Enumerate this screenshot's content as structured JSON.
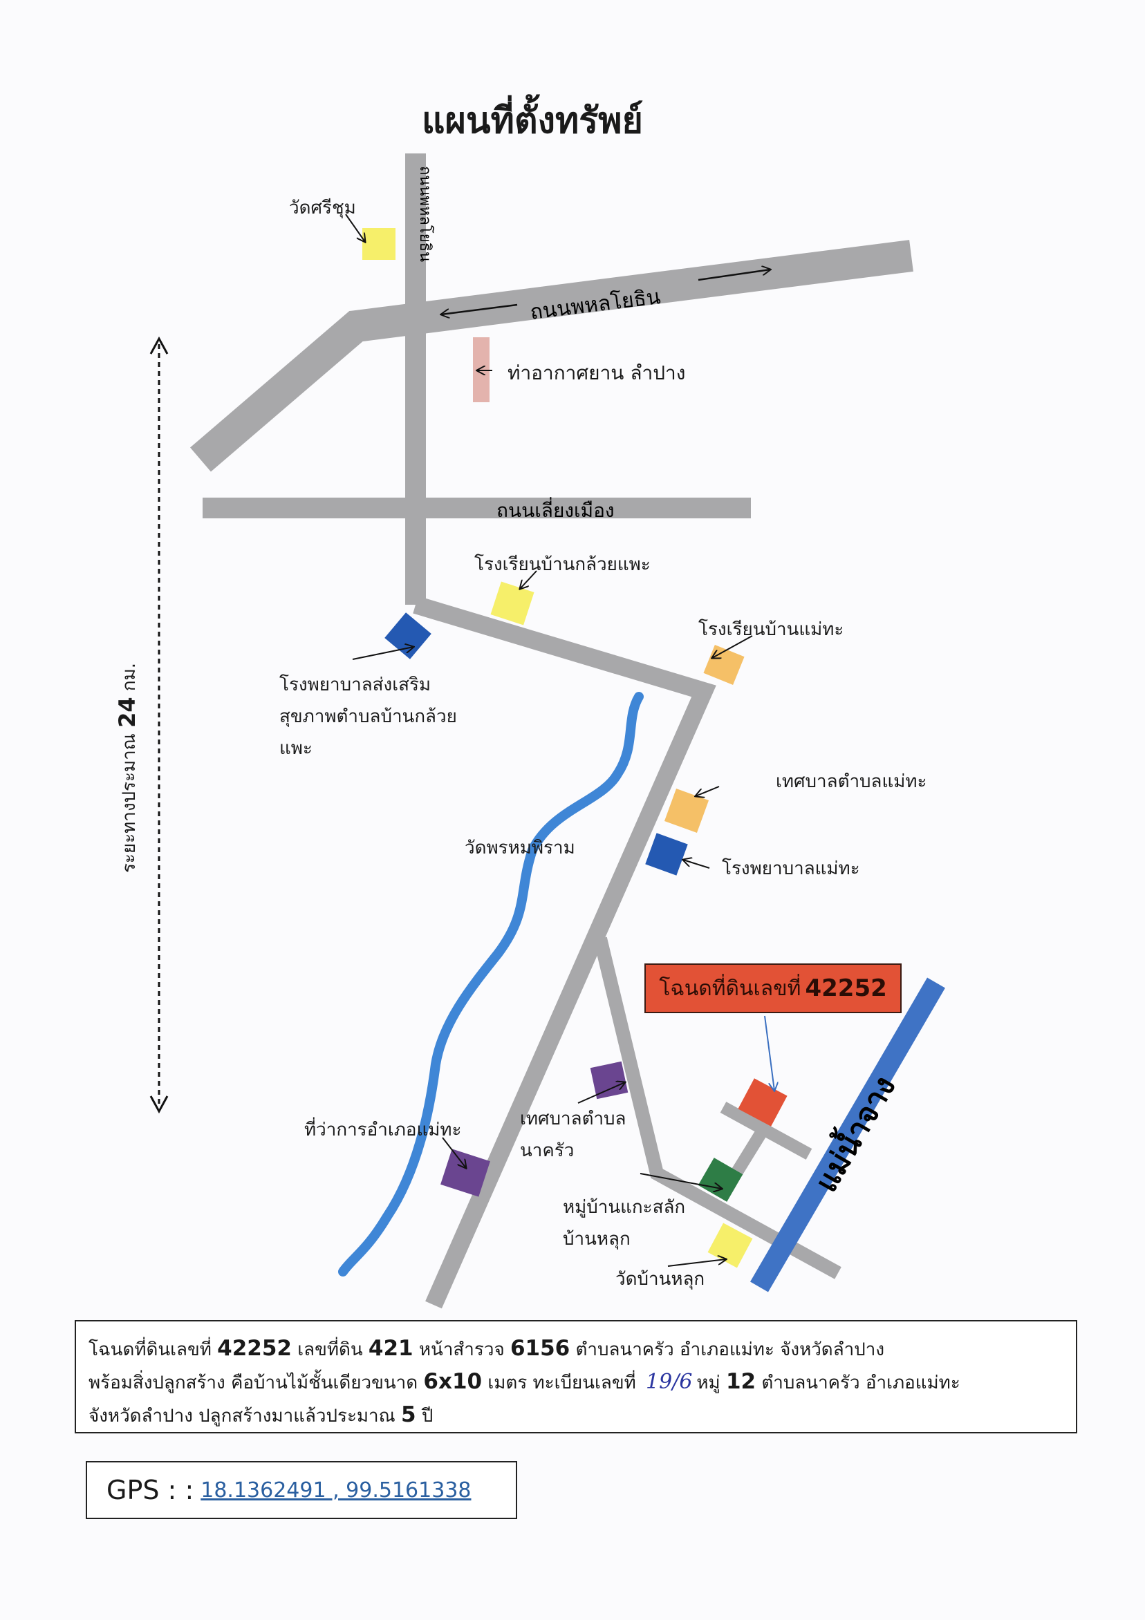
{
  "title": "แผนที่ตั้งทรัพย์",
  "roads": {
    "phahonyothin": "ถนนพหลโยธิน",
    "liang_mueang": "ถนนเลี่ยงเมือง",
    "vertical_road": "ถนนพหลโยธิน"
  },
  "distance": {
    "text": "ระยะทางประมาณ",
    "value": "24",
    "unit": "กม."
  },
  "landmarks": {
    "wat_sri_chum": "วัดศรีชุม",
    "airport": "ท่าอากาศยาน ลำปาง",
    "school_kluai_phae": "โรงเรียนบ้านกล้วยแพะ",
    "hospital_kluai_phae_1": "โรงพยาบาลส่งเสริม",
    "hospital_kluai_phae_2": "สุขภาพตำบลบ้านกล้วย",
    "hospital_kluai_phae_3": "แพะ",
    "school_mae_tha": "โรงเรียนบ้านแม่ทะ",
    "municipality_mae_tha": "เทศบาลตำบลแม่ทะ",
    "wat_phrom_phiram": "วัดพรหมพิราม",
    "hospital_mae_tha": "โรงพยาบาลแม่ทะ",
    "district_office": "ที่ว่าการอำเภอแม่ทะ",
    "municipality_na_khrua_1": "เทศบาลตำบล",
    "municipality_na_khrua_2": "นาครัว",
    "village_1": "หมู่บ้านแกะสลัก",
    "village_2": "บ้านหลุก",
    "wat_ban_luk": "วัดบ้านหลุก",
    "river": "แม่น้ำจาง"
  },
  "deed_label": {
    "prefix": "โฉนดที่ดินเลขที่",
    "number": "42252"
  },
  "info": {
    "l1_a": "โฉนดที่ดินเลขที่",
    "deed_no": "42252",
    "l1_b": "เลขที่ดิน",
    "land_no": "421",
    "l1_c": "หน้าสำรวจ",
    "survey_no": "6156",
    "l1_d": "ตำบลนาครัว  อำเภอแม่ทะ จังหวัดลำปาง",
    "l2_a": "พร้อมสิ่งปลูกสร้าง คือบ้านไม้ชั้นเดียวขนาด",
    "size": "6x10",
    "l2_b": "เมตร ทะเบียนเลขที่",
    "house_no": "19/6",
    "l2_c": "หมู่",
    "moo": "12",
    "l2_d": "ตำบลนาครัว อำเภอแม่ทะ",
    "l3_a": "จังหวัดลำปาง  ปลูกสร้างมาแล้วประมาณ",
    "years": "5",
    "l3_b": "ปี"
  },
  "gps": {
    "label": "GPS : :",
    "value": "18.1362491 , 99.5161338"
  },
  "colors": {
    "road": "#a8a8aa",
    "river": "#3f86d6",
    "yellow": "#f6ef6a",
    "orange": "#f5c067",
    "blue": "#2459b2",
    "purple": "#6a4590",
    "red": "#e25236",
    "green": "#2e7d46",
    "pink": "#e3b3ad",
    "river_band": "#3f73c5"
  }
}
